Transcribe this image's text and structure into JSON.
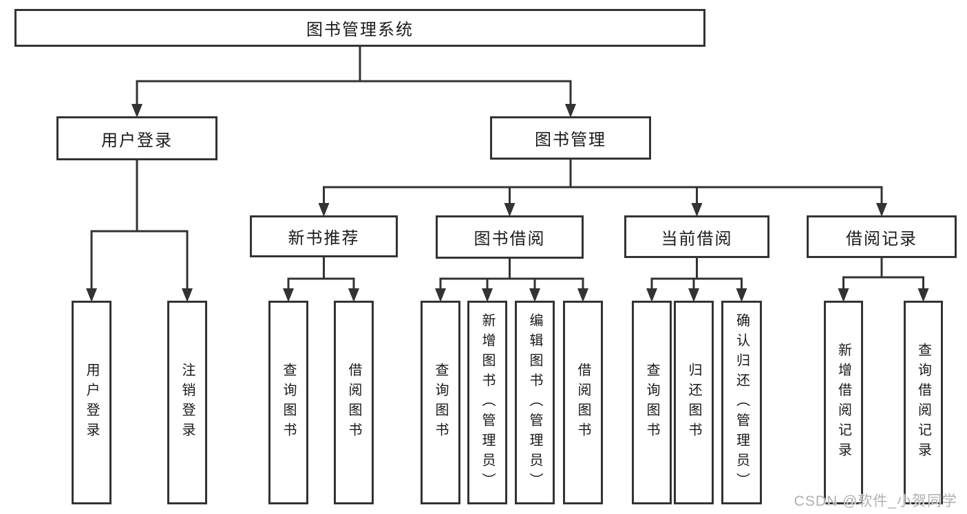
{
  "diagram": {
    "title": "图书管理系统",
    "nodes": {
      "root": {
        "label": "图书管理系统"
      },
      "login_group": {
        "label": "用户登录"
      },
      "book_mgmt": {
        "label": "图书管理"
      },
      "new_books": {
        "label": "新书推荐"
      },
      "book_borrow": {
        "label": "图书借阅"
      },
      "current_borrow": {
        "label": "当前借阅"
      },
      "borrow_records": {
        "label": "借阅记录"
      },
      "user_login": {
        "label": "用户登录"
      },
      "logout": {
        "label": "注销登录"
      },
      "nb_query_books": {
        "label": "查询图书"
      },
      "nb_borrow_books": {
        "label": "借阅图书"
      },
      "bb_query_books": {
        "label": "查询图书"
      },
      "bb_add_book": {
        "label": "新增图书（管理员）"
      },
      "bb_edit_book": {
        "label": "编辑图书（管理员）"
      },
      "bb_borrow_books": {
        "label": "借阅图书"
      },
      "cb_query_books": {
        "label": "查询图书"
      },
      "cb_return_books": {
        "label": "归还图书"
      },
      "cb_confirm_return": {
        "label": "确认归还（管理员）"
      },
      "br_add_record": {
        "label": "新增借阅记录"
      },
      "br_query_record": {
        "label": "查询借阅记录"
      }
    },
    "edges": [
      [
        "root",
        "login_group"
      ],
      [
        "root",
        "book_mgmt"
      ],
      [
        "login_group",
        "user_login"
      ],
      [
        "login_group",
        "logout"
      ],
      [
        "book_mgmt",
        "new_books"
      ],
      [
        "book_mgmt",
        "book_borrow"
      ],
      [
        "book_mgmt",
        "current_borrow"
      ],
      [
        "book_mgmt",
        "borrow_records"
      ],
      [
        "new_books",
        "nb_query_books"
      ],
      [
        "new_books",
        "nb_borrow_books"
      ],
      [
        "book_borrow",
        "bb_query_books"
      ],
      [
        "book_borrow",
        "bb_add_book"
      ],
      [
        "book_borrow",
        "bb_edit_book"
      ],
      [
        "book_borrow",
        "bb_borrow_books"
      ],
      [
        "current_borrow",
        "cb_query_books"
      ],
      [
        "current_borrow",
        "cb_return_books"
      ],
      [
        "current_borrow",
        "cb_confirm_return"
      ],
      [
        "borrow_records",
        "br_add_record"
      ],
      [
        "borrow_records",
        "br_query_record"
      ]
    ],
    "colors": {
      "line": "#333333",
      "text": "#1a1a1a",
      "background": "#ffffff",
      "watermark": "#b0b0b0"
    }
  },
  "watermark": {
    "text": "CSDN @软件_小贺同学"
  }
}
